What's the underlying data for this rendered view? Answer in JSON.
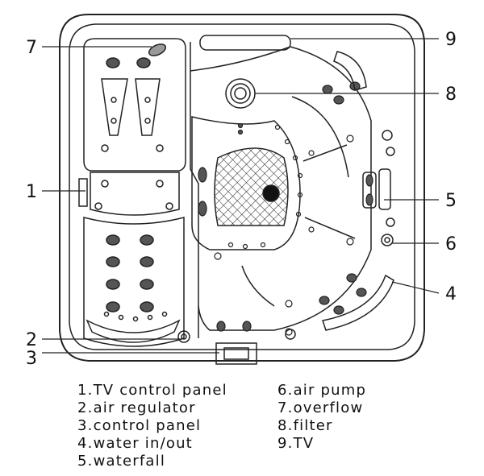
{
  "callouts": [
    {
      "number": "1",
      "label": "TV control panel"
    },
    {
      "number": "2",
      "label": "air regulator"
    },
    {
      "number": "3",
      "label": "control panel"
    },
    {
      "number": "4",
      "label": "water in/out"
    },
    {
      "number": "5",
      "label": "waterfall"
    },
    {
      "number": "6",
      "label": "air pump"
    },
    {
      "number": "7",
      "label": "overflow"
    },
    {
      "number": "8",
      "label": "filter"
    },
    {
      "number": "9",
      "label": "TV"
    }
  ],
  "legend": {
    "left": [
      "1.TV control panel",
      "2.air regulator",
      "3.control panel",
      "4.water in/out",
      "5.waterfall"
    ],
    "right": [
      "6.air pump",
      "7.overflow",
      "8.filter",
      "9.TV"
    ]
  }
}
